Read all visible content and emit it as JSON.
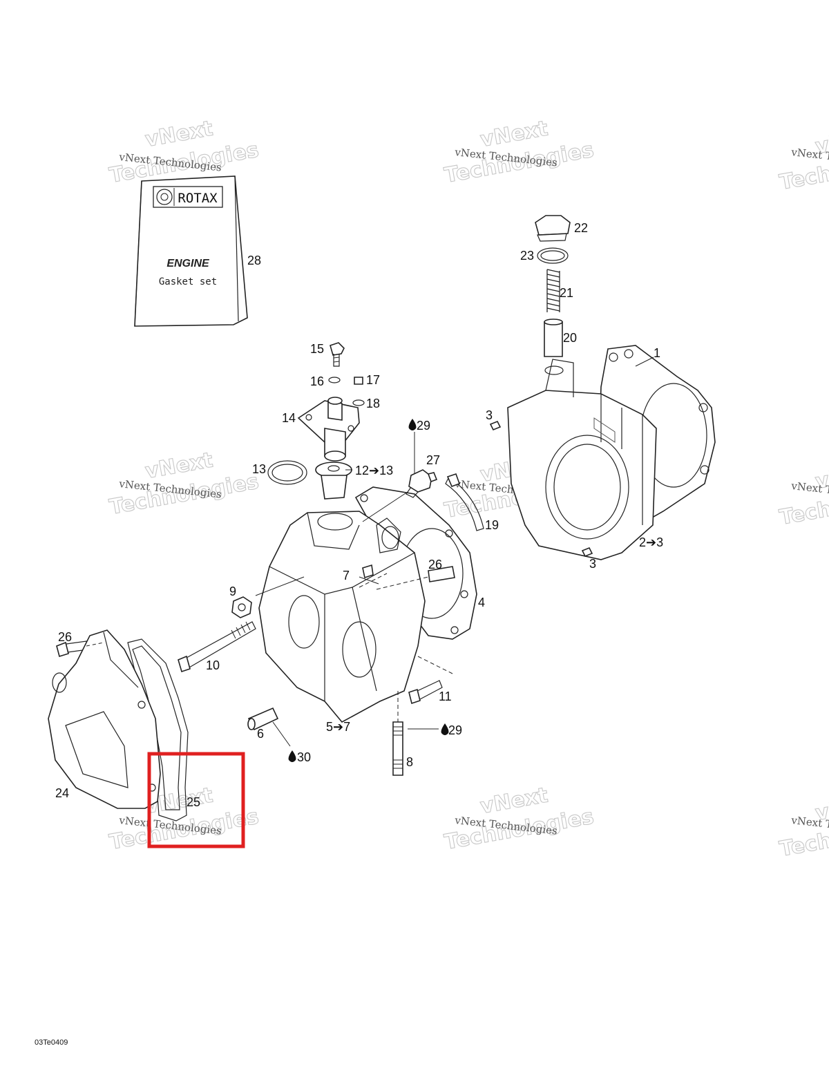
{
  "booklet": {
    "brand": "ROTAX",
    "title": "ENGINE",
    "subtitle": "Gasket set"
  },
  "callouts": [
    {
      "id": "c1",
      "text": "1"
    },
    {
      "id": "c2",
      "text": "2➔3"
    },
    {
      "id": "c3a",
      "text": "3"
    },
    {
      "id": "c3b",
      "text": "3"
    },
    {
      "id": "c4",
      "text": "4"
    },
    {
      "id": "c5",
      "text": "5➔7"
    },
    {
      "id": "c6",
      "text": "6"
    },
    {
      "id": "c7",
      "text": "7"
    },
    {
      "id": "c8",
      "text": "8"
    },
    {
      "id": "c9",
      "text": "9"
    },
    {
      "id": "c10",
      "text": "10"
    },
    {
      "id": "c11",
      "text": "11"
    },
    {
      "id": "c12",
      "text": "12➔13"
    },
    {
      "id": "c13",
      "text": "13"
    },
    {
      "id": "c14",
      "text": "14"
    },
    {
      "id": "c15",
      "text": "15"
    },
    {
      "id": "c16",
      "text": "16"
    },
    {
      "id": "c17",
      "text": "17"
    },
    {
      "id": "c18",
      "text": "18"
    },
    {
      "id": "c19",
      "text": "19"
    },
    {
      "id": "c20",
      "text": "20"
    },
    {
      "id": "c21",
      "text": "21"
    },
    {
      "id": "c22",
      "text": "22"
    },
    {
      "id": "c23",
      "text": "23"
    },
    {
      "id": "c24",
      "text": "24"
    },
    {
      "id": "c25",
      "text": "25"
    },
    {
      "id": "c26a",
      "text": "26"
    },
    {
      "id": "c26b",
      "text": "26"
    },
    {
      "id": "c27",
      "text": "27"
    },
    {
      "id": "c28",
      "text": "28"
    },
    {
      "id": "c29a",
      "text": "29"
    },
    {
      "id": "c29b",
      "text": "29"
    },
    {
      "id": "c30",
      "text": "30"
    }
  ],
  "watermark": {
    "line1": "vNext Technologies",
    "line2": "Technologies",
    "line3": "vNext"
  },
  "figure_code": "03Te0409",
  "highlight_color": "#e02020"
}
